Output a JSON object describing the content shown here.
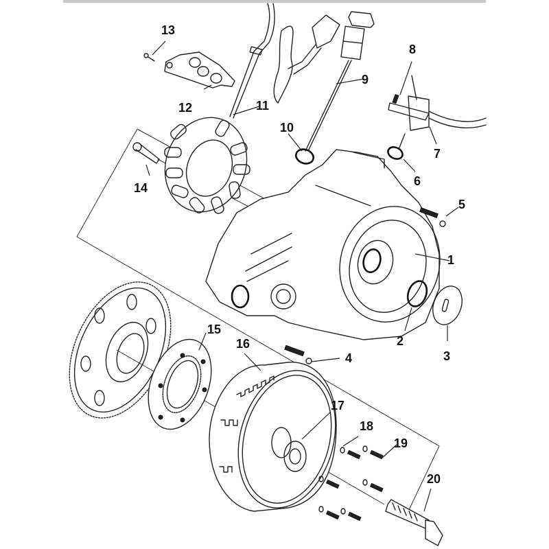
{
  "diagram": {
    "type": "exploded-parts-diagram",
    "subject": "Engine left crankcase cover, stator and starter clutch assembly",
    "callouts": [
      {
        "number": "1",
        "part": "left-crankcase-cover"
      },
      {
        "number": "2",
        "part": "o-ring"
      },
      {
        "number": "3",
        "part": "timing-hole-cap"
      },
      {
        "number": "4",
        "part": "bolt"
      },
      {
        "number": "5",
        "part": "bolt"
      },
      {
        "number": "6",
        "part": "o-ring"
      },
      {
        "number": "7",
        "part": "pickup-sensor"
      },
      {
        "number": "8",
        "part": "screw"
      },
      {
        "number": "9",
        "part": "sensor-switch"
      },
      {
        "number": "10",
        "part": "o-ring"
      },
      {
        "number": "11",
        "part": "wire-harness"
      },
      {
        "number": "12",
        "part": "wire-clamp-plate"
      },
      {
        "number": "13",
        "part": "screw"
      },
      {
        "number": "14",
        "part": "dowel-bolt"
      },
      {
        "number": "15",
        "part": "one-way-clutch"
      },
      {
        "number": "16",
        "part": "flywheel-rotor"
      },
      {
        "number": "17",
        "part": "washer"
      },
      {
        "number": "18",
        "part": "washer"
      },
      {
        "number": "19",
        "part": "bolt"
      },
      {
        "number": "20",
        "part": "flywheel-bolt"
      }
    ]
  }
}
